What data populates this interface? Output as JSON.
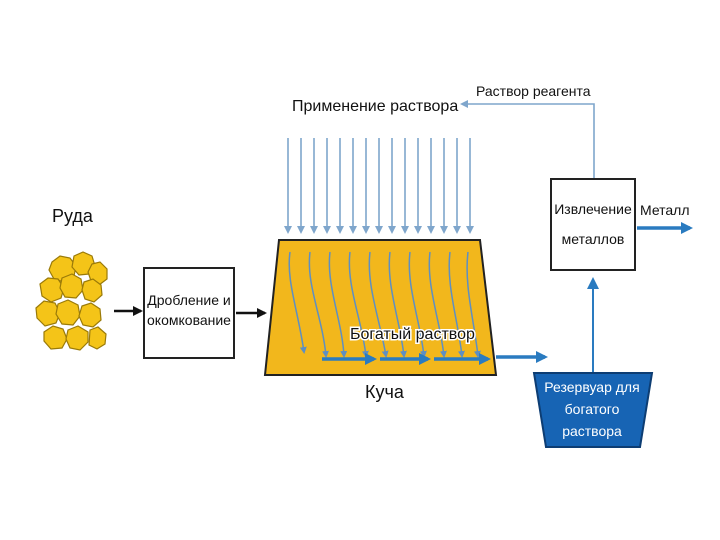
{
  "labels": {
    "ore": "Руда",
    "crushing_line1": "Дробление и",
    "crushing_line2": "окомкование",
    "solution_application": "Применение раствора",
    "reagent_solution": "Раствор реагента",
    "extraction_line1": "Извлечение",
    "extraction_line2": "металлов",
    "metal": "Металл",
    "rich_solution": "Богатый раствор",
    "heap": "Куча",
    "reservoir_line1": "Резервуар для",
    "reservoir_line2": "богатого",
    "reservoir_line3": "раствора"
  },
  "colors": {
    "heap_fill": "#F2B71C",
    "ore_fill": "#F4C418",
    "flow_blue": "#2A7BC0",
    "spray_blue": "#7FA6CC",
    "reservoir_fill": "#1764B4",
    "box_border": "#222222"
  }
}
